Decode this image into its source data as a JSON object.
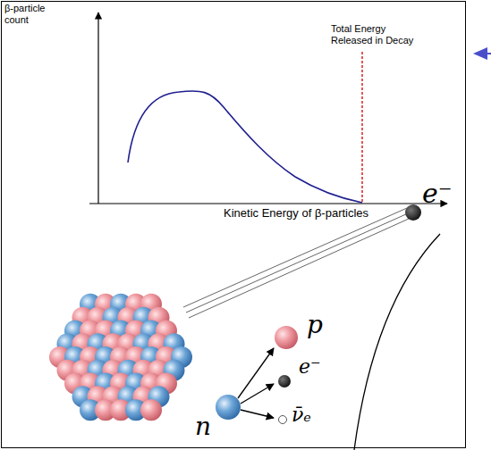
{
  "diagram": {
    "labels": [
      "β-particle count",
      "Total Energy Released in Decay",
      "Kinetic Energy of β-particles",
      "e⁻",
      "p",
      "e⁻",
      "ν̄ₑ",
      "n"
    ]
  }
}
